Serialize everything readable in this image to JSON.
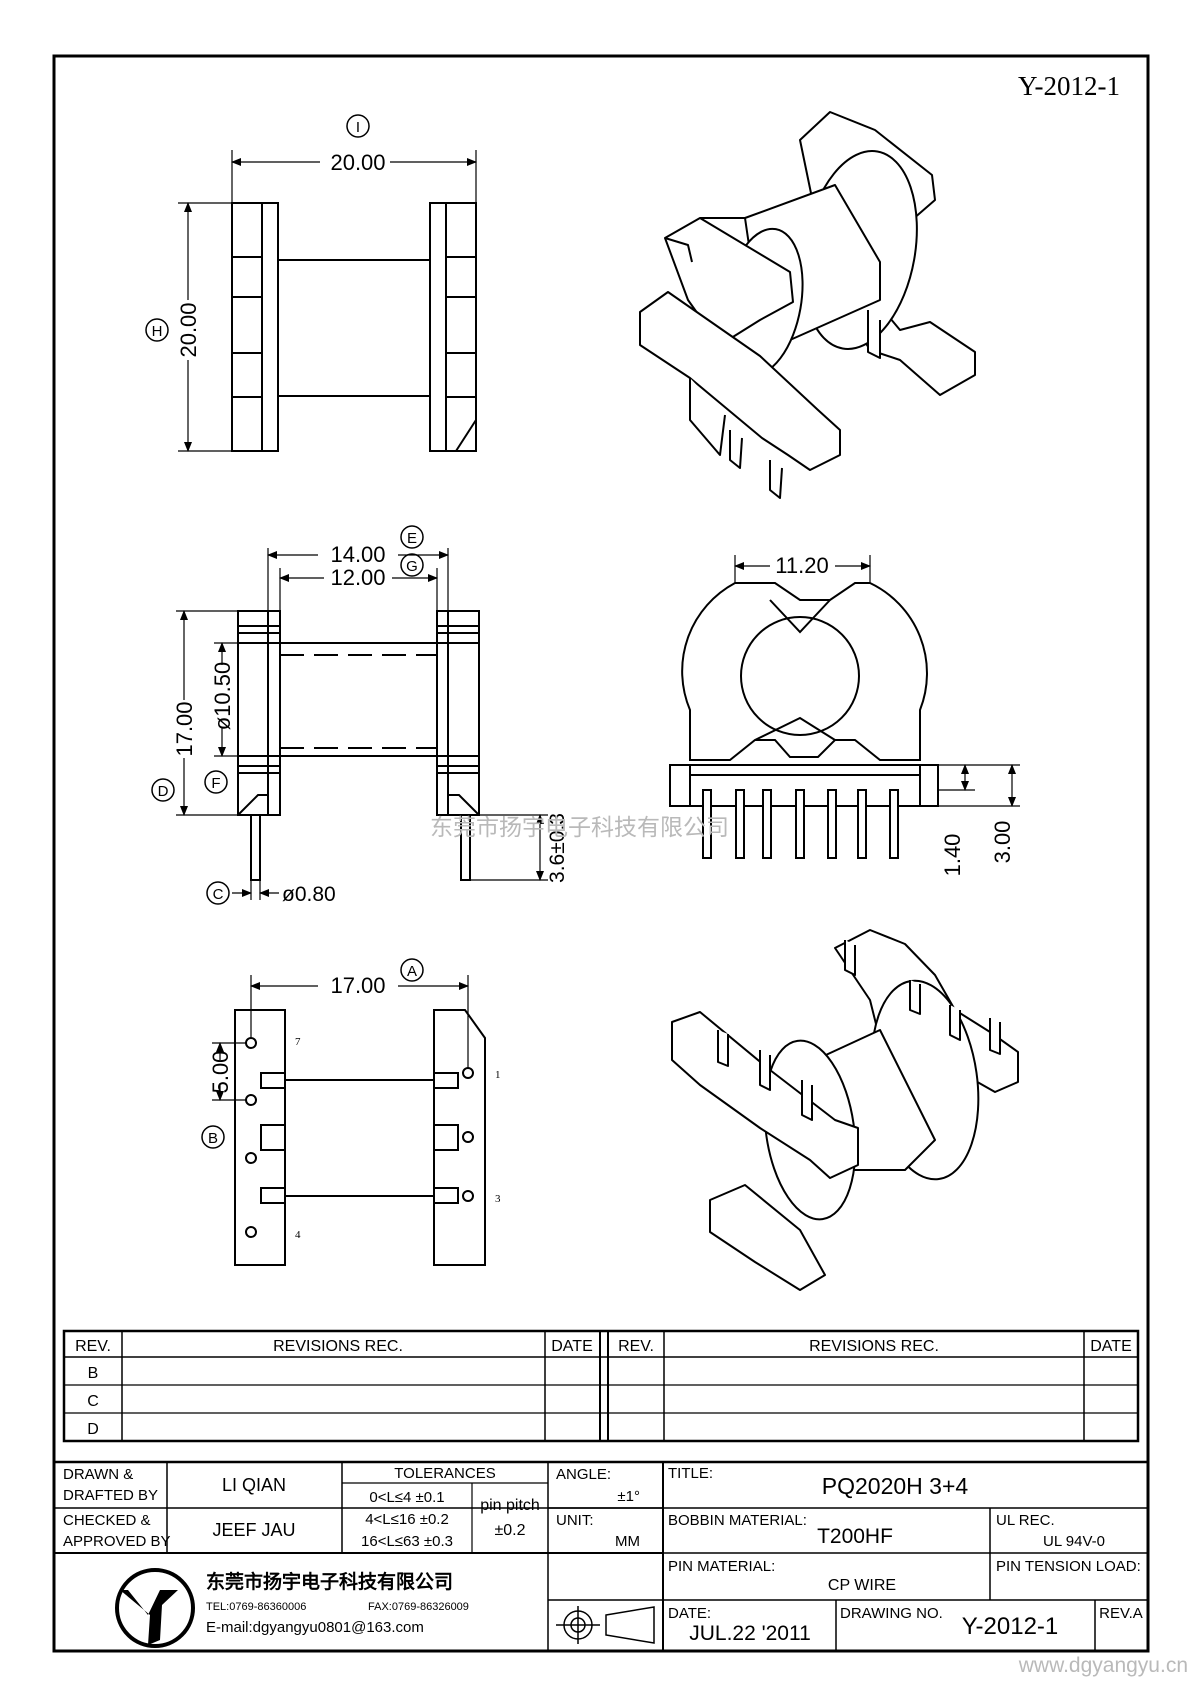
{
  "drawing_id_top": "Y-2012-1",
  "watermark_cn": "东莞市扬宇电子科技有限公司",
  "watermark_url": "www.dgyangyu.cn",
  "dimensions": {
    "top_width": "20.00",
    "top_height": "20.00",
    "side_width_outer": "14.00",
    "side_width_inner": "12.00",
    "side_height": "17.00",
    "core_diameter": "ø10.50",
    "pin_diameter": "ø0.80",
    "pin_length": "3.6±0.3",
    "front_width": "11.20",
    "front_step": "1.40",
    "front_height": "3.00",
    "bottom_width": "17.00",
    "pin_pitch_dim": "5.00"
  },
  "callouts": {
    "I": "I",
    "H": "H",
    "E": "E",
    "G": "G",
    "D": "D",
    "F": "F",
    "C": "C",
    "A": "A",
    "B": "B"
  },
  "pin_numbers": {
    "p7": "7",
    "p1": "1",
    "p3": "3",
    "p4": "4"
  },
  "revisions": {
    "headers": {
      "rev": "REV.",
      "rec": "REVISIONS  REC.",
      "date": "DATE"
    },
    "rows": [
      "B",
      "C",
      "D"
    ]
  },
  "title_block": {
    "drawn_label_1": "DRAWN &",
    "drawn_label_2": "DRAFTED BY",
    "drawn_value": "LI QIAN",
    "checked_label_1": "CHECKED &",
    "checked_label_2": "APPROVED BY",
    "checked_value": "JEEF JAU",
    "tolerances_label": "TOLERANCES",
    "tol_1": "0<L≤4   ±0.1",
    "tol_2": "4<L≤16  ±0.2",
    "tol_3": "16<L≤63  ±0.3",
    "pin_pitch_label": "pin pitch",
    "pin_pitch_value": "±0.2",
    "angle_label": "ANGLE:",
    "angle_value": "±1°",
    "unit_label": "UNIT:",
    "unit_value": "MM",
    "title_label": "TITLE:",
    "title_value": "PQ2020H  3+4",
    "bobbin_label": "BOBBIN  MATERIAL:",
    "bobbin_value": "T200HF",
    "ul_label": "UL  REC.",
    "ul_value": "UL  94V-0",
    "pin_material_label": "PIN  MATERIAL:",
    "pin_material_value": "CP  WIRE",
    "pin_tension_label": "PIN  TENSION  LOAD:",
    "date_label": "DATE:",
    "date_value": "JUL.22  '2011",
    "drawing_no_label": "DRAWING  NO.",
    "drawing_no_value": "Y-2012-1",
    "rev_value": "REV.A"
  },
  "company": {
    "name_cn": "东莞市扬宇电子科技有限公司",
    "tel": "TEL:0769-86360006",
    "fax": "FAX:0769-86326009",
    "email": "E-mail:dgyangyu0801@163.com",
    "logo_letters": "YY"
  }
}
